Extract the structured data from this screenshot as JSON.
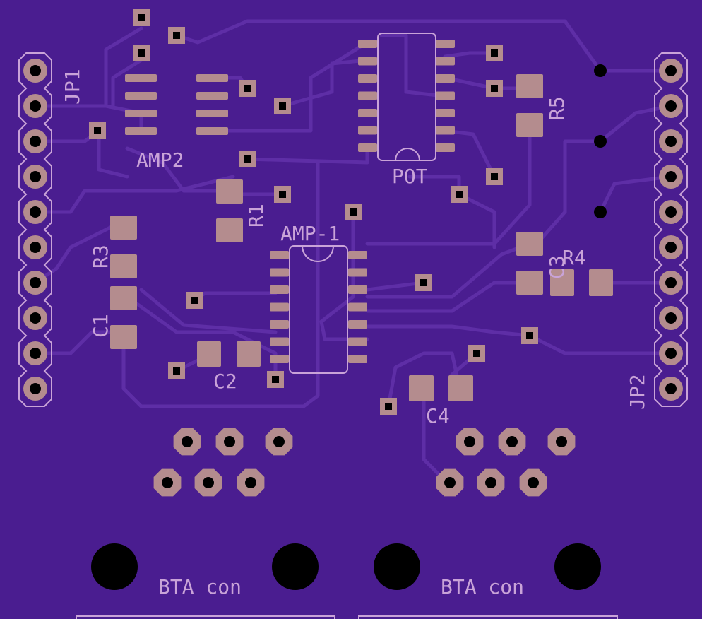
{
  "colors": {
    "board": "#4a1d90",
    "trace": "#5e2ea6",
    "pad": "#b48c8e",
    "silk": "#c9a3d8",
    "hole": "#000000"
  },
  "labels": {
    "jp1": "JP1",
    "jp2": "JP2",
    "amp2": "AMP2",
    "pot": "POT",
    "r1": "R1",
    "amp1": "AMP-1",
    "r3": "R3",
    "c1": "C1",
    "c2": "C2",
    "c3": "C3",
    "r4": "R4",
    "r5": "R5",
    "c4": "C4",
    "bta_left": "BTA con",
    "bta_right": "BTA con"
  }
}
